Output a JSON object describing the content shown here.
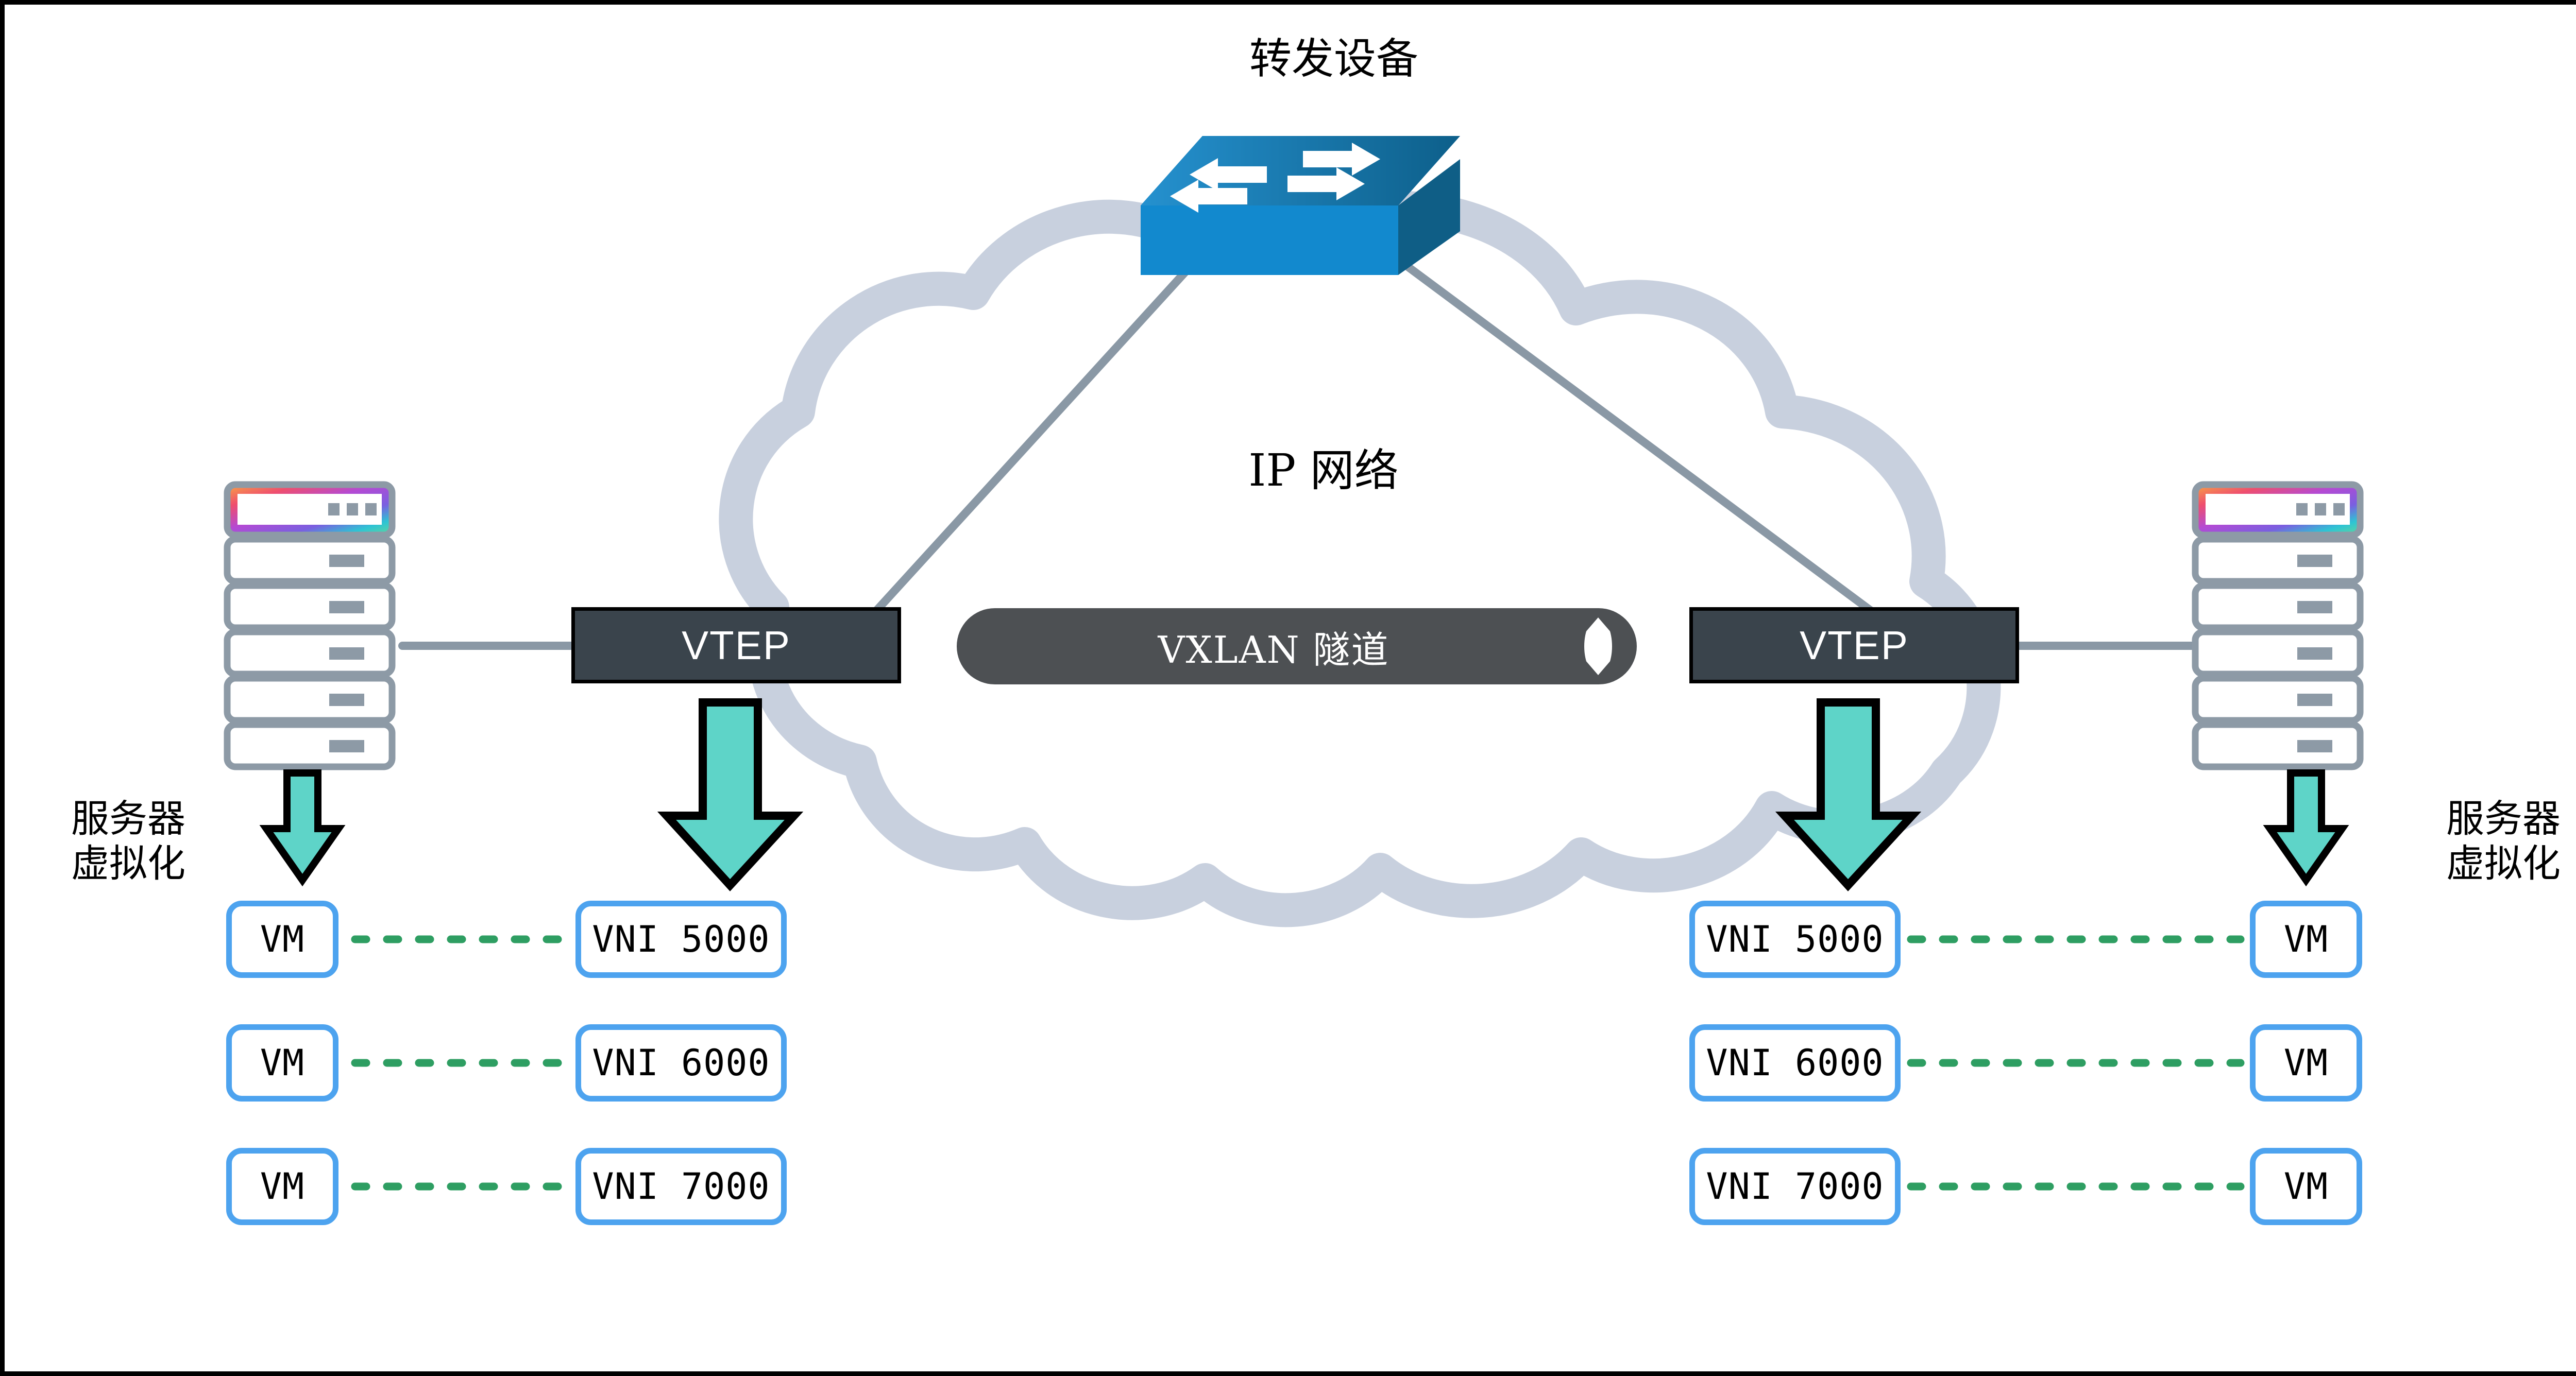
{
  "diagram": {
    "title_top": "转发设备",
    "cloud_label": "IP 网络",
    "tunnel_label": "VXLAN 隧道",
    "side_label_left": "服务器\n虚拟化",
    "side_label_right": "服务器\n虚拟化"
  },
  "colors": {
    "vtep_fill": "#3a444c",
    "vtep_border": "#000000",
    "vtep_text": "#ffffff",
    "tunnel_fill": "#4d5053",
    "tunnel_text": "#ffffff",
    "node_border": "#4da3ef",
    "node_text": "#000000",
    "arrow_fill": "#5ed4c8",
    "arrow_stroke": "#000000",
    "cloud_stroke": "#c8d0de",
    "link_line": "#8a98a5",
    "dashed_link": "#2e9e62",
    "rack_stroke": "#8d9aa6",
    "switch_top": "#1f82c0",
    "switch_front": "#1289ce",
    "switch_side": "#0f5e86",
    "page_border": "#000000"
  },
  "vteps": [
    {
      "id": "vtep-left",
      "label": "VTEP"
    },
    {
      "id": "vtep-right",
      "label": "VTEP"
    }
  ],
  "left_side": {
    "vms": [
      {
        "label": "VM"
      },
      {
        "label": "VM"
      },
      {
        "label": "VM"
      }
    ],
    "vnis": [
      {
        "label": "VNI 5000"
      },
      {
        "label": "VNI 6000"
      },
      {
        "label": "VNI 7000"
      }
    ]
  },
  "right_side": {
    "vnis": [
      {
        "label": "VNI 5000"
      },
      {
        "label": "VNI 6000"
      },
      {
        "label": "VNI 7000"
      }
    ],
    "vms": [
      {
        "label": "VM"
      },
      {
        "label": "VM"
      },
      {
        "label": "VM"
      }
    ]
  },
  "icons": {
    "switch": "network-switch-icon",
    "cloud": "cloud-icon",
    "rack_left": "server-rack-icon",
    "rack_right": "server-rack-icon",
    "arrow": "down-arrow-icon"
  }
}
